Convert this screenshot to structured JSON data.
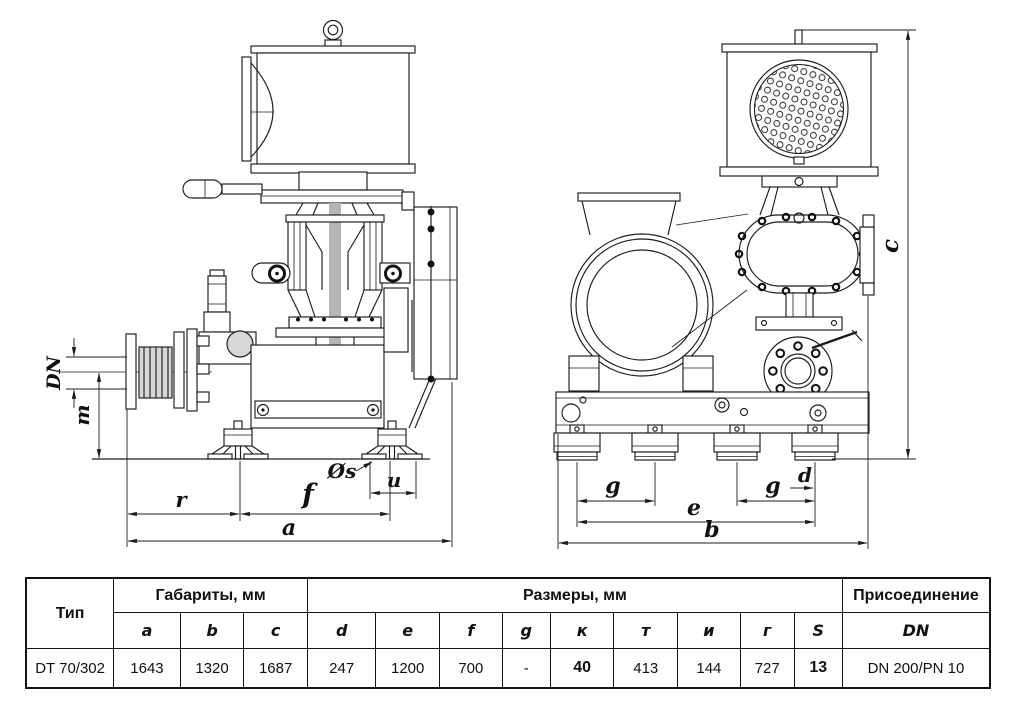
{
  "dims": {
    "dn": "DN",
    "m": "m",
    "r": "r",
    "f": "f",
    "u": "u",
    "a": "a",
    "os": "Øs",
    "g1": "g",
    "g2": "g",
    "d": "d",
    "e": "e",
    "b": "b",
    "c": "c"
  },
  "table": {
    "type_header": "Тип",
    "group_gabarity": "Габариты, мм",
    "group_razmery": "Размеры, мм",
    "group_connection": "Присоединение",
    "letters": [
      "a",
      "b",
      "c",
      "d",
      "e",
      "f",
      "g",
      "к",
      "т",
      "и",
      "г",
      "S"
    ],
    "dn_letter": "DN",
    "row": {
      "type": "DT 70/302",
      "values": [
        "1643",
        "1320",
        "1687",
        "247",
        "1200",
        "700",
        "-",
        "40",
        "413",
        "144",
        "727",
        "13",
        "DN 200/PN 10"
      ]
    }
  }
}
